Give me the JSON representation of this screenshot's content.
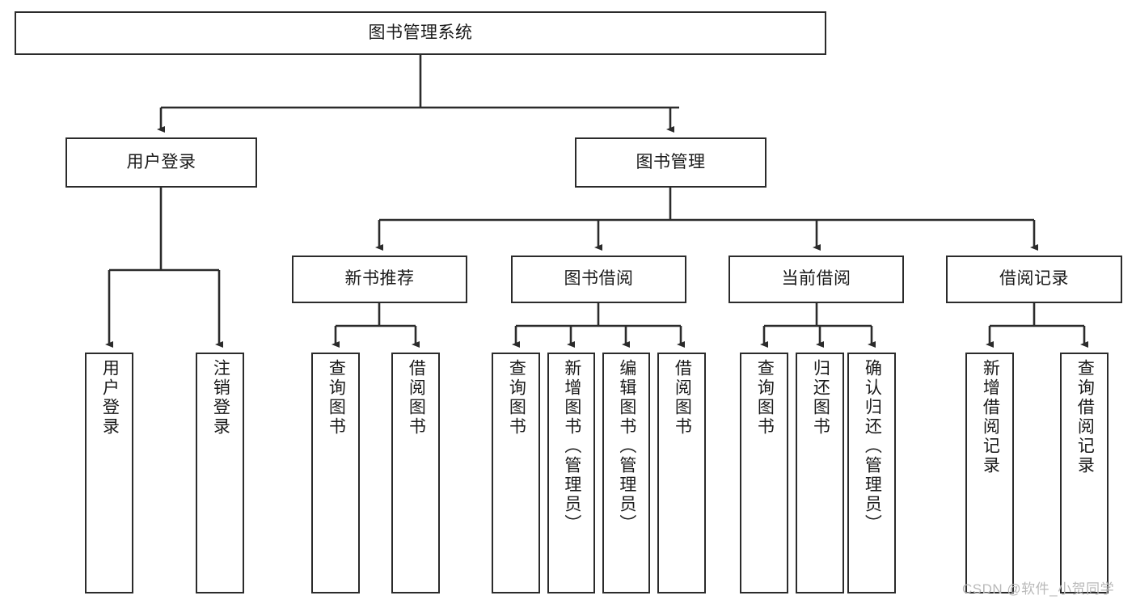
{
  "diagram": {
    "type": "tree",
    "title": "图书管理系统",
    "root": {
      "label": "图书管理系统"
    },
    "level1": [
      {
        "label": "用户登录"
      },
      {
        "label": "图书管理"
      }
    ],
    "level2": [
      {
        "label": "新书推荐"
      },
      {
        "label": "图书借阅"
      },
      {
        "label": "当前借阅"
      },
      {
        "label": "借阅记录"
      }
    ],
    "leaves": {
      "user_login": [
        {
          "label": "用户登录"
        },
        {
          "label": "注销登录"
        }
      ],
      "new_book_recommend": [
        {
          "label": "查询图书"
        },
        {
          "label": "借阅图书"
        }
      ],
      "book_borrow": [
        {
          "label": "查询图书"
        },
        {
          "label": "新增图书（管理员）"
        },
        {
          "label": "编辑图书（管理员）"
        },
        {
          "label": "借阅图书"
        }
      ],
      "current_borrow": [
        {
          "label": "查询图书"
        },
        {
          "label": "归还图书"
        },
        {
          "label": "确认归还（管理员）"
        }
      ],
      "borrow_record": [
        {
          "label": "新增借阅记录"
        },
        {
          "label": "查询借阅记录"
        }
      ]
    }
  },
  "watermark": {
    "text": "CSDN @软件_小贺同学"
  },
  "colors": {
    "background": "#ffffff",
    "box_border": "#2b2b2b",
    "box_fill": "#ffffff",
    "text": "#1a1a1a",
    "connector": "#2b2b2b",
    "watermark": "#b9b9b9"
  }
}
